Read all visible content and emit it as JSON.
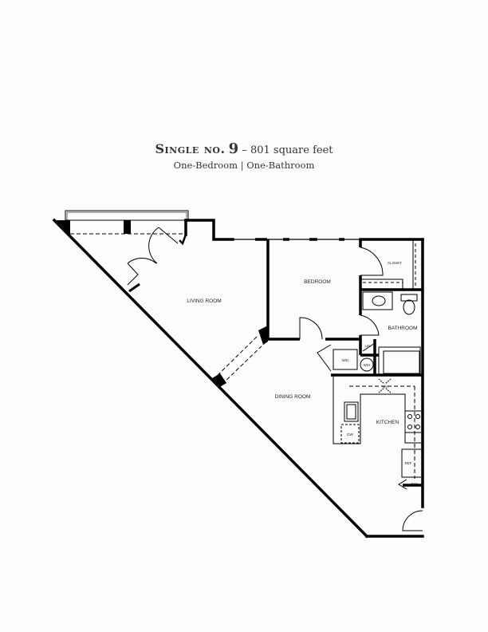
{
  "header": {
    "unit_name": "Single no.",
    "unit_number": "9",
    "separator": "–",
    "area": "801 square feet",
    "bedrooms": "One-Bedroom",
    "divider": "|",
    "bathrooms": "One-Bathroom"
  },
  "rooms": {
    "living_room": "LIVING ROOM",
    "bedroom": "BEDROOM",
    "closet": "CLOSET",
    "bathroom": "BATHROOM",
    "dining_room": "DINING ROOM",
    "kitchen": "KITCHEN"
  },
  "fixtures": {
    "linen": "LIN",
    "washer_dryer": "W/D",
    "water_heater": "W/H",
    "wh": "WH",
    "dishwasher": "DW",
    "refrigerator": "REF",
    "pantry": "PAN"
  }
}
